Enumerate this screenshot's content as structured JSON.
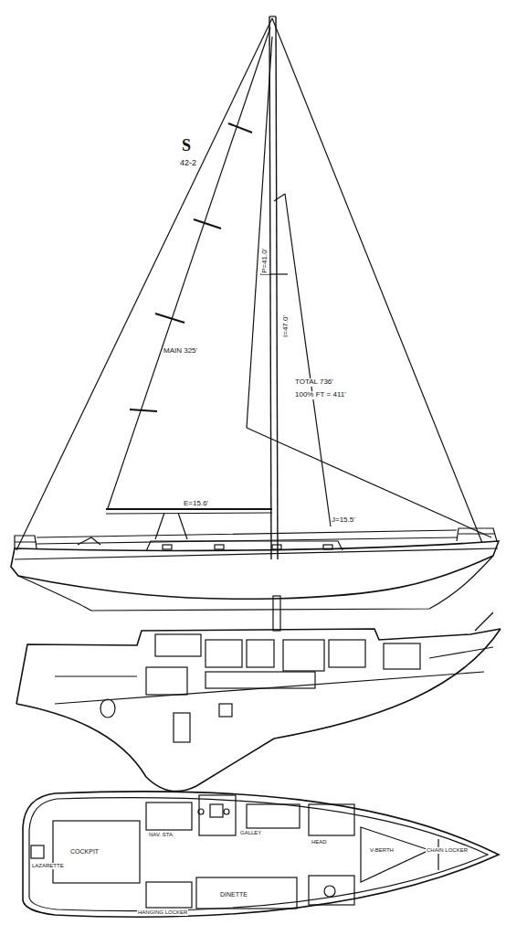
{
  "diagram": {
    "labels": [
      "S",
      "42-2",
      "P=41.0'",
      "I=47.0'",
      "MAIN 325'",
      "TOTAL 736'",
      "100% FT = 411'",
      "E=15.6'",
      "J=15.5'",
      "LAZARETTE",
      "COCKPIT",
      "NAV. STA.",
      "GALLEY",
      "HEAD",
      "HANGING LOCKER",
      "DINETTE",
      "V-BERTH",
      "CHAIN LOCKER"
    ]
  }
}
